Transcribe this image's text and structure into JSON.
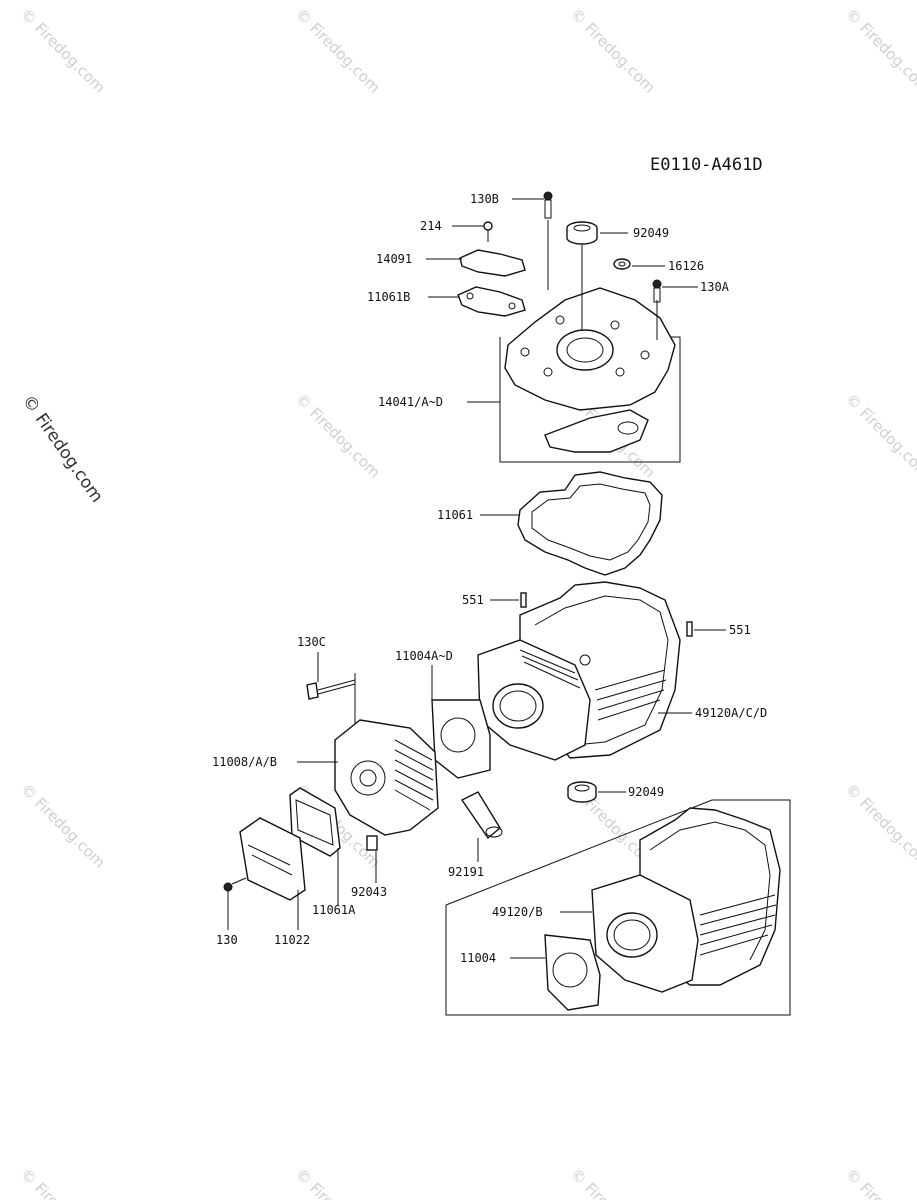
{
  "diagram_code": "E0110-A461D",
  "watermark": {
    "text": "© Firedog.com",
    "color": "#cfcfcf"
  },
  "callouts": {
    "c130B": "130B",
    "c214": "214",
    "c92049_top": "92049",
    "c14091": "14091",
    "c16126": "16126",
    "c11061B": "11061B",
    "c130A": "130A",
    "c14041": "14041/A~D",
    "c11061": "11061",
    "c551_left": "551",
    "c551_right": "551",
    "c130C": "130C",
    "c11004AD": "11004A~D",
    "c49120ACD": "49120A/C/D",
    "c11008": "11008/A/B",
    "c92049_mid": "92049",
    "c92191": "92191",
    "c92043": "92043",
    "c11061A": "11061A",
    "c130": "130",
    "c11022": "11022",
    "c49120B": "49120/B",
    "c11004": "11004"
  }
}
